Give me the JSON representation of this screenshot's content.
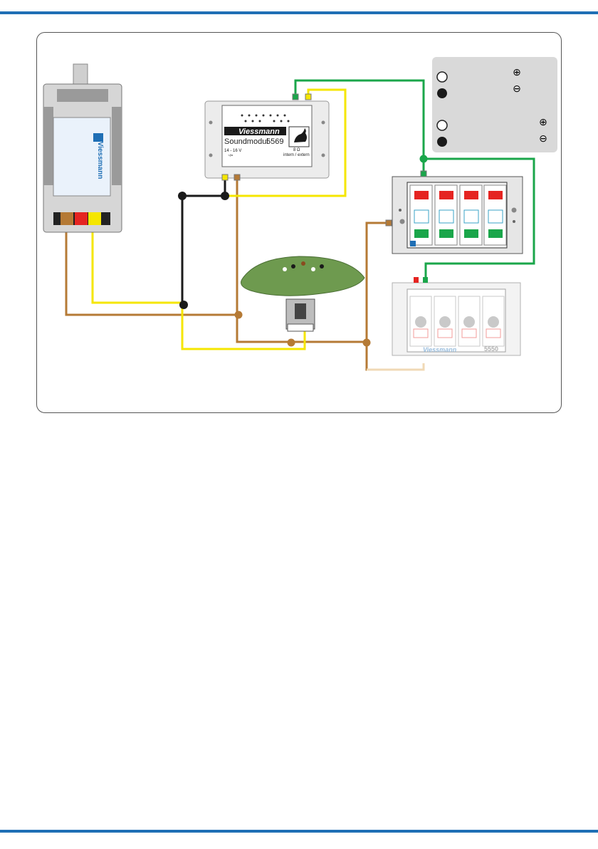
{
  "sound_module": {
    "brand": "Viessmann",
    "label": "Soundmodul",
    "number": "5569",
    "voltage": "14 - 16 V",
    "voltage_sub": "~/=",
    "speaker": "8 Ω",
    "switch": "intern / extern"
  },
  "transformer": {
    "brand": "Viessmann"
  },
  "panel_bottom": {
    "brand": "Viessmann",
    "number": "5550"
  },
  "legend": {
    "plus_symbol": "⊕",
    "minus_symbol": "⊖"
  },
  "colors": {
    "brown": "#b57a35",
    "yellow": "#f5e600",
    "green": "#1aa64a",
    "black": "#1a1a1a",
    "red": "#e52421",
    "accent_blue": "#1f6fb5",
    "panel_gray": "#d9d9d9"
  },
  "icons": [
    "chicken-icon",
    "speaker-icon",
    "viessmann-logo",
    "plus-circle-icon",
    "minus-circle-icon"
  ]
}
